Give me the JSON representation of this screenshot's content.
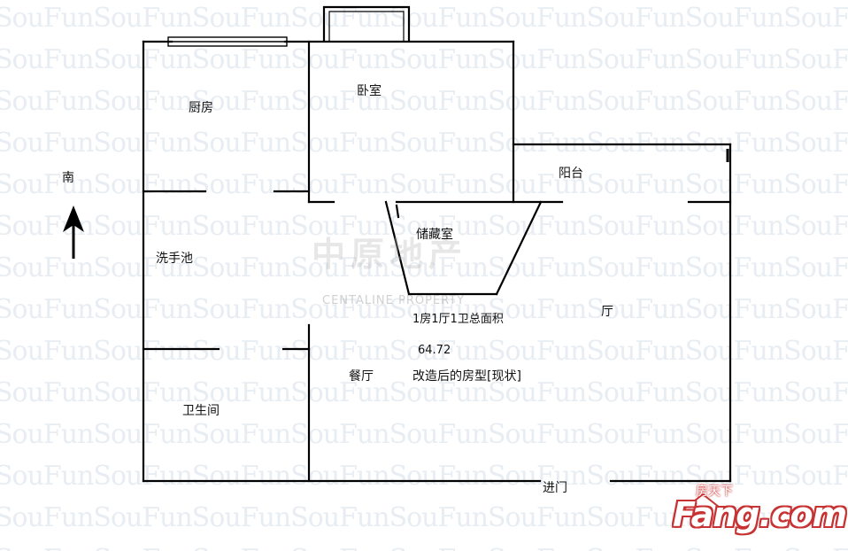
{
  "watermark_text": "SouFunSouFunSouFunSouFunSouFunSouFunSouFunSouFunSouFunSouFunSouFunSouFun",
  "rooms": {
    "kitchen": "厨房",
    "bedroom": "卧室",
    "balcony": "阳台",
    "storage": "储藏室",
    "washbasin": "洗手池",
    "living": "厅",
    "dining": "餐厅",
    "bathroom": "卫生间",
    "entrance": "进门"
  },
  "compass": {
    "label": "南",
    "icon": "arrow-up-icon"
  },
  "info": {
    "layout_area_title": "1房1厅1卫总面积",
    "area_value": "64.72",
    "caption": "改造后的房型[现状]"
  },
  "agency_watermark": {
    "chinese": "中原地产",
    "english": "CENTALINE PROPERTY"
  },
  "logo": {
    "top_text": "房天下",
    "wordmark": "Fang.com",
    "color": "#c83232"
  },
  "colors": {
    "wall": "#000000",
    "watermark": "#e7edf2"
  }
}
